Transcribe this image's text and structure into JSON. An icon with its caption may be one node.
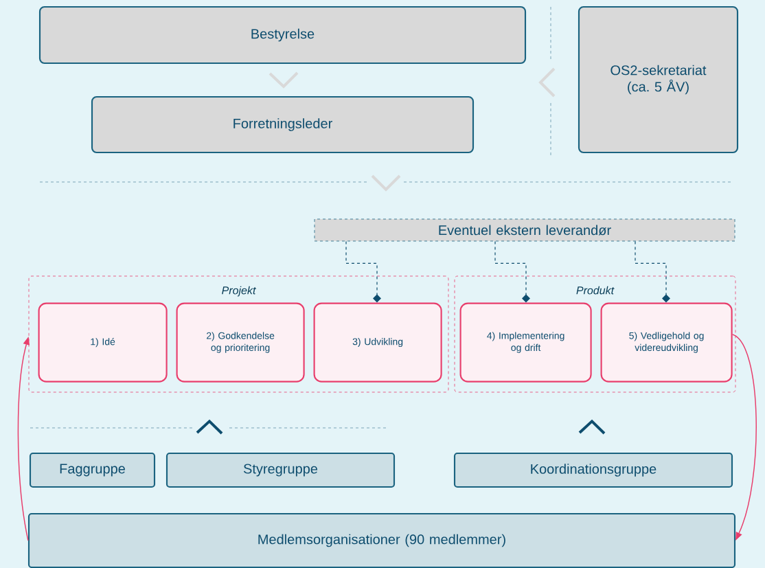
{
  "diagram": {
    "nodes": [
      {
        "text": [
          "Bestyrelse"
        ]
      },
      {
        "text": [
          "Forretningsleder"
        ]
      },
      {
        "text": [
          "OS2-sekretariat (ca. 5 ÅV)"
        ]
      },
      {
        "text": [
          "Eventuel ekstern leverandør"
        ]
      },
      {
        "text": [
          "Projekt"
        ]
      },
      {
        "text": [
          "1) Idé"
        ],
        "in": 4
      },
      {
        "text": [
          "2) Godkendelse og prioritering"
        ],
        "in": 4
      },
      {
        "text": [
          "3) Udvikling"
        ],
        "in": 4
      },
      {
        "text": [
          "Produkt"
        ]
      },
      {
        "text": [
          "4) Implementering og drift"
        ],
        "in": 8
      },
      {
        "text": [
          "5) Vedligehold og videreudvikling"
        ],
        "in": 8
      },
      {
        "text": [
          "Faggruppe"
        ]
      },
      {
        "text": [
          "Styregruppe"
        ]
      },
      {
        "text": [
          "Koordinationsgruppe"
        ]
      },
      {
        "text": [
          "Medlemsorganisationer (90 medlemmer)"
        ]
      }
    ],
    "edges": [
      {
        "from": 0,
        "to": 1,
        "arrow": "to",
        "style": "thick",
        "color": "#d9d9d9"
      },
      {
        "from": 3,
        "to": 7,
        "arrow": "other",
        "style": "dashed",
        "color": "#0e4d6e"
      },
      {
        "from": 3,
        "to": 9,
        "arrow": "other",
        "style": "dashed",
        "color": "#0e4d6e"
      },
      {
        "from": 3,
        "to": 10,
        "arrow": "other",
        "style": "dashed",
        "color": "#0e4d6e"
      },
      {
        "from": 14,
        "to": 4,
        "arrow": "to",
        "color": "#e83e6c"
      },
      {
        "from": 10,
        "to": 14,
        "arrow": "to",
        "color": "#e83e6c"
      },
      {
        "from": 12,
        "to": 4,
        "arrow": "to",
        "style": "thick",
        "color": "#0e4d6e"
      },
      {
        "from": 13,
        "to": 8,
        "arrow": "to",
        "style": "thick",
        "color": "#0e4d6e"
      }
    ]
  }
}
